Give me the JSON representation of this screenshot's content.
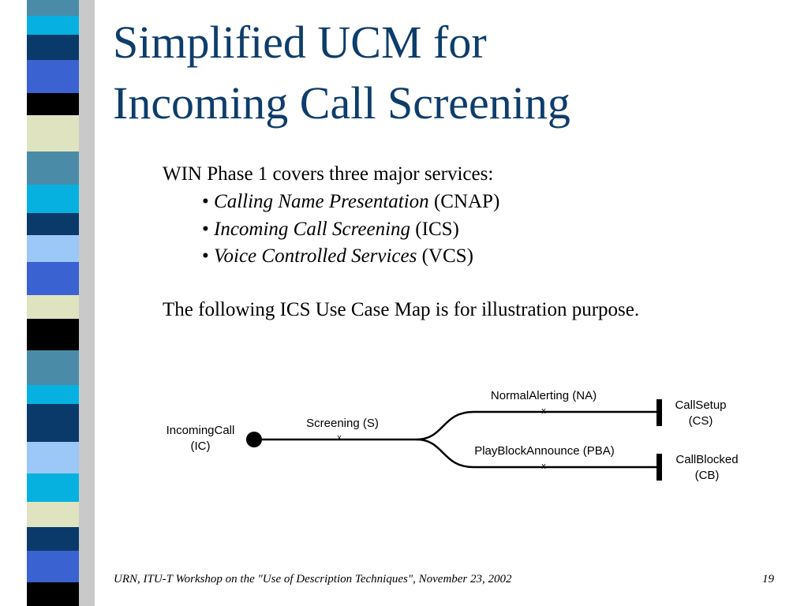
{
  "title": {
    "line1": "Simplified UCM for",
    "line2": "Incoming Call Screening"
  },
  "body": {
    "intro": "WIN Phase 1 covers three major services:",
    "bullets": [
      {
        "marker": "•",
        "name": "Calling Name Presentation",
        "abbr": "(CNAP)"
      },
      {
        "marker": "•",
        "name": "Incoming Call Screening",
        "abbr": "(ICS)"
      },
      {
        "marker": "•",
        "name": "Voice Controlled Services",
        "abbr": "(VCS)"
      }
    ],
    "note": "The following ICS Use Case Map is for illustration purpose."
  },
  "ucm": {
    "start": {
      "line1": "IncomingCall",
      "line2": "(IC)"
    },
    "screening": "Screening (S)",
    "normal_alerting": "NormalAlerting (NA)",
    "play_block": "PlayBlockAnnounce (PBA)",
    "call_setup": {
      "line1": "CallSetup",
      "line2": "(CS)"
    },
    "call_blocked": {
      "line1": "CallBlocked",
      "line2": "(CB)"
    },
    "responsibility_mark": "x"
  },
  "footer": {
    "text": "URN, ITU-T Workshop on the \"Use of Description Techniques\", November 23, 2002",
    "page": "19"
  },
  "colors": {
    "title": "#0d3d6b",
    "sidebar": [
      "#4a8ca8",
      "#06b1e0",
      "#0a3a6a",
      "#e0e3c0",
      "#000000",
      "#9cc8f8",
      "#3a62d0"
    ]
  }
}
